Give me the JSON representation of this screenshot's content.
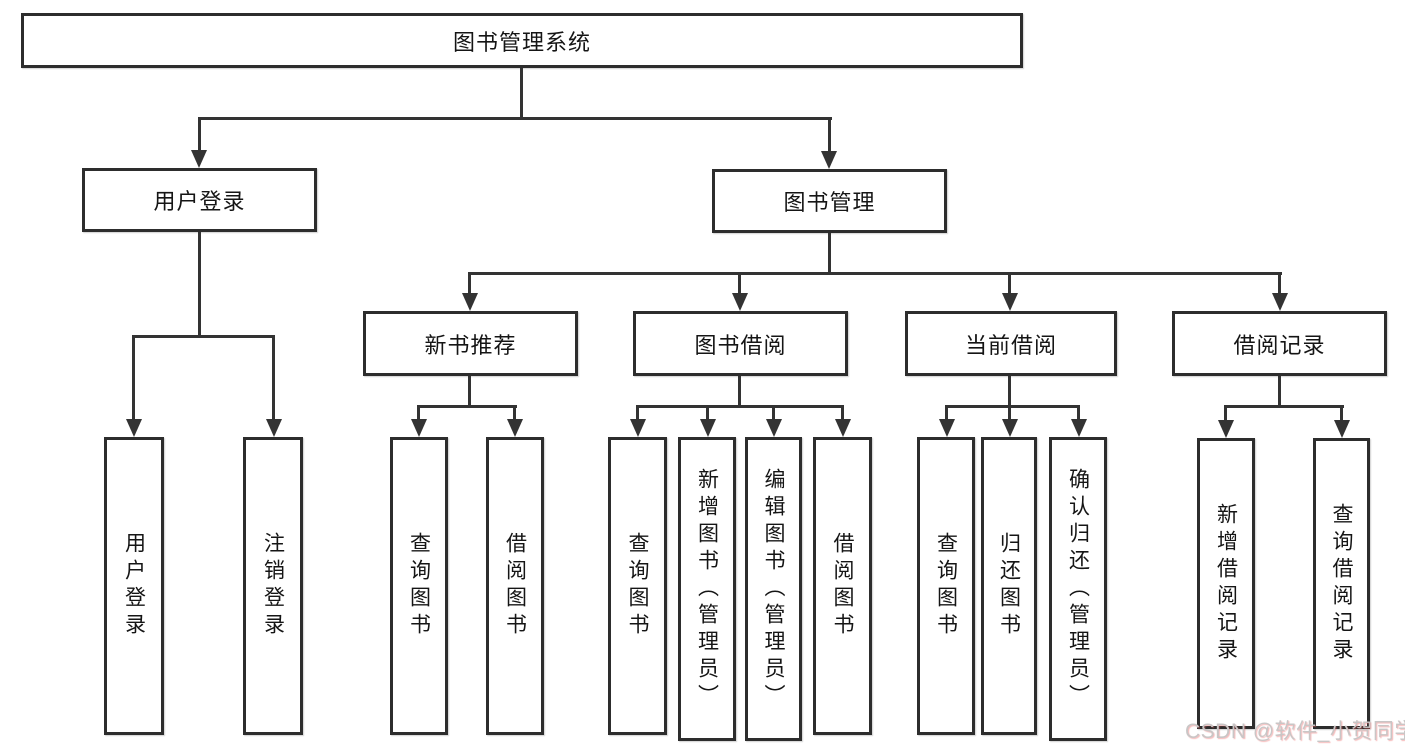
{
  "diagram": {
    "root": "图书管理系统",
    "branches": [
      {
        "label": "用户登录",
        "leaves": [
          "用户登录",
          "注销登录"
        ]
      },
      {
        "label": "图书管理",
        "groups": [
          {
            "label": "新书推荐",
            "leaves": [
              "查询图书",
              "借阅图书"
            ]
          },
          {
            "label": "图书借阅",
            "leaves": [
              "查询图书",
              "新增图书（管理员）",
              "编辑图书（管理员）",
              "借阅图书"
            ]
          },
          {
            "label": "当前借阅",
            "leaves": [
              "查询图书",
              "归还图书",
              "确认归还（管理员）"
            ]
          },
          {
            "label": "借阅记录",
            "leaves": [
              "新增借阅记录",
              "查询借阅记录"
            ]
          }
        ]
      }
    ]
  },
  "watermark": {
    "text": "CSDN @软件_小贺同学"
  },
  "colors": {
    "line": "#333333",
    "box_border": "#2d2d2d",
    "box_fill": "#ffffff",
    "text": "#151515",
    "watermark": "#c9c6c6",
    "background": "#ffffff"
  }
}
